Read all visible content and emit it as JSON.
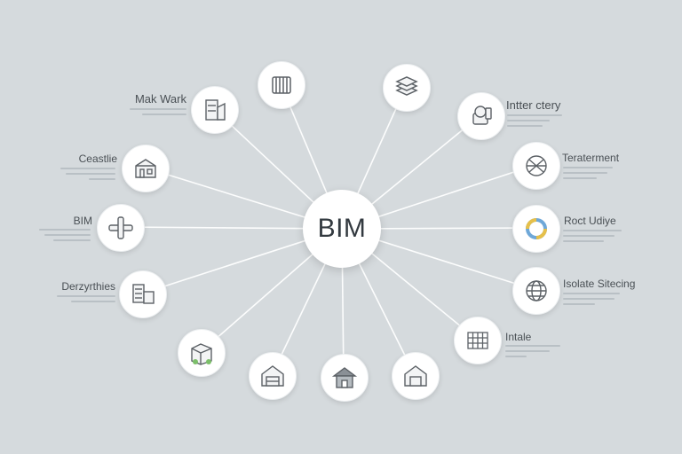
{
  "hub": {
    "label": "BIM"
  },
  "nodes": [
    {
      "id": "top-left-column-icon",
      "label": ""
    },
    {
      "id": "top-right-stack-icon",
      "label": ""
    },
    {
      "id": "mak-wark",
      "label": "Mak Wark"
    },
    {
      "id": "intter-ctery",
      "label": "Intter ctery"
    },
    {
      "id": "ceastlie",
      "label": "Ceastlie"
    },
    {
      "id": "teraterment",
      "label": "Teraterment"
    },
    {
      "id": "bim-left",
      "label": "BIM"
    },
    {
      "id": "roct-udiye",
      "label": "Roct Udiye"
    },
    {
      "id": "derzyrthies",
      "label": "Derzyrthies"
    },
    {
      "id": "isolate-sitecing",
      "label": "Isolate Sitecing"
    },
    {
      "id": "bottom-left-green-building",
      "label": ""
    },
    {
      "id": "intale",
      "label": "Intale"
    },
    {
      "id": "bottom-house-1",
      "label": ""
    },
    {
      "id": "bottom-house-2",
      "label": ""
    },
    {
      "id": "bottom-house-3",
      "label": ""
    }
  ],
  "colors": {
    "background": "#d5dadd",
    "line": "#ffffff",
    "icon_stroke": "#5c6166",
    "accent_blue": "#6fa8d8",
    "accent_yellow": "#e6c04a",
    "accent_green": "#7cbf6a"
  }
}
